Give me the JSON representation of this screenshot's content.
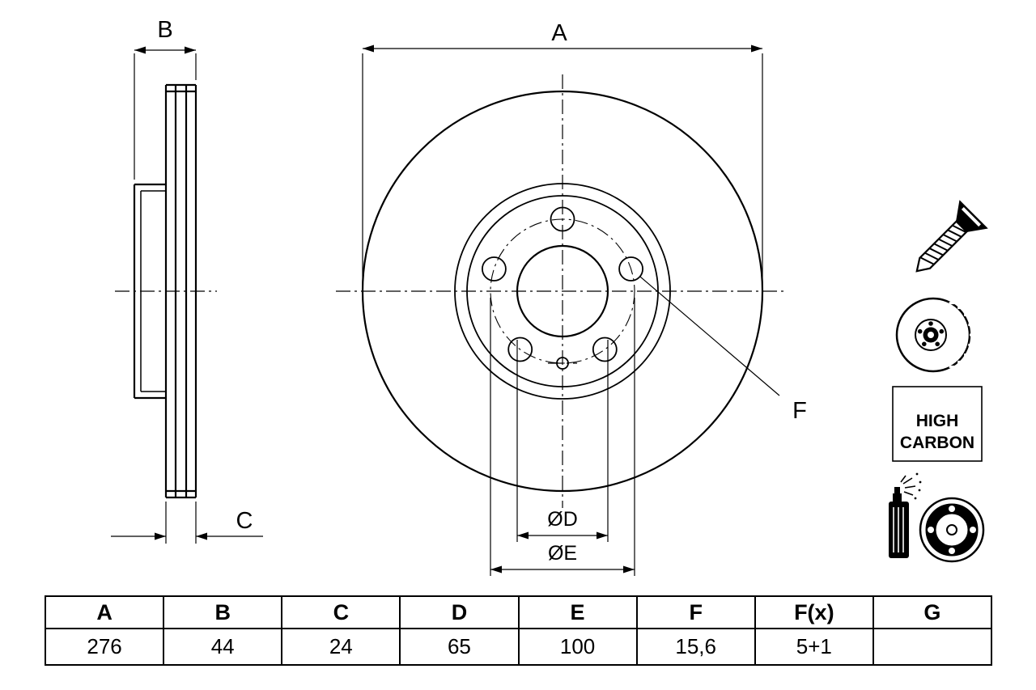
{
  "drawing": {
    "labels": {
      "a": "A",
      "b": "B",
      "c": "C",
      "d": "ØD",
      "e": "ØE",
      "f": "F"
    },
    "high_carbon": {
      "line1": "HIGH",
      "line2": "CARBON"
    },
    "icons": [
      "screw-icon",
      "vented-disc-icon",
      "high-carbon-badge",
      "spray-can-icon",
      "drum-icon"
    ]
  },
  "table": {
    "headers": [
      "A",
      "B",
      "C",
      "D",
      "E",
      "F",
      "F(x)",
      "G"
    ],
    "values": [
      "276",
      "44",
      "24",
      "65",
      "100",
      "15,6",
      "5+1",
      ""
    ]
  },
  "colors": {
    "line": "#000000",
    "background": "#ffffff"
  }
}
